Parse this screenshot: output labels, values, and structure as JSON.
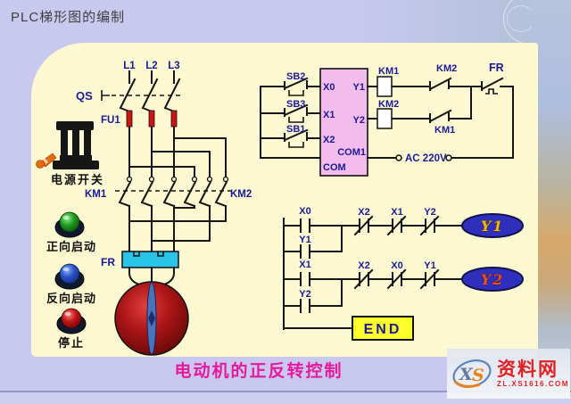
{
  "title": "PLC梯形图的编制",
  "caption": "电动机的正反转控制",
  "power_circuit": {
    "phases": [
      "L1",
      "L2",
      "L3"
    ],
    "disconnect": "QS",
    "fuse": "FU1",
    "km1": "KM1",
    "km2": "KM2",
    "thermal_relay": "FR"
  },
  "controls": {
    "power_switch": "电源开关",
    "forward": "正向启动",
    "reverse": "反向启动",
    "stop": "停止"
  },
  "plc": {
    "buttons": [
      "SB2",
      "SB3",
      "SB1"
    ],
    "inputs": [
      "X0",
      "X1",
      "X2"
    ],
    "com": "COM",
    "com1": "COM1",
    "outputs": [
      "Y1",
      "Y2"
    ],
    "coil_km1": "KM1",
    "coil_km2": "KM2",
    "interlock_km2": "KM2",
    "interlock_km1": "KM1",
    "thermal": "FR",
    "supply": "AC 220V"
  },
  "ladder": {
    "rung1": {
      "contact": "X0",
      "seal": "Y1",
      "nc1": "X2",
      "nc2": "X1",
      "nc3": "Y2",
      "coil": "Y1"
    },
    "rung2": {
      "contact": "X1",
      "seal": "Y2",
      "nc1": "X2",
      "nc2": "X0",
      "nc3": "Y1",
      "coil": "Y2"
    },
    "end": "END"
  },
  "watermark": {
    "logo_x": "X",
    "logo_s": "S",
    "site": "资料网",
    "url": "ZL.XS1616.COM"
  },
  "colors": {
    "slide_bg": "#c9c9ef",
    "panel_bg": "#fcf9d2",
    "plc_box": "#f3bced",
    "label_blue": "#1a1a96",
    "caption_pink": "#e8189d",
    "fuse_red": "#cc1414",
    "relay_cyan": "#2ac4e8",
    "motor_red": "#9e1010",
    "coil_blue": "#2f2fbe",
    "end_yellow": "#ffff2e"
  }
}
